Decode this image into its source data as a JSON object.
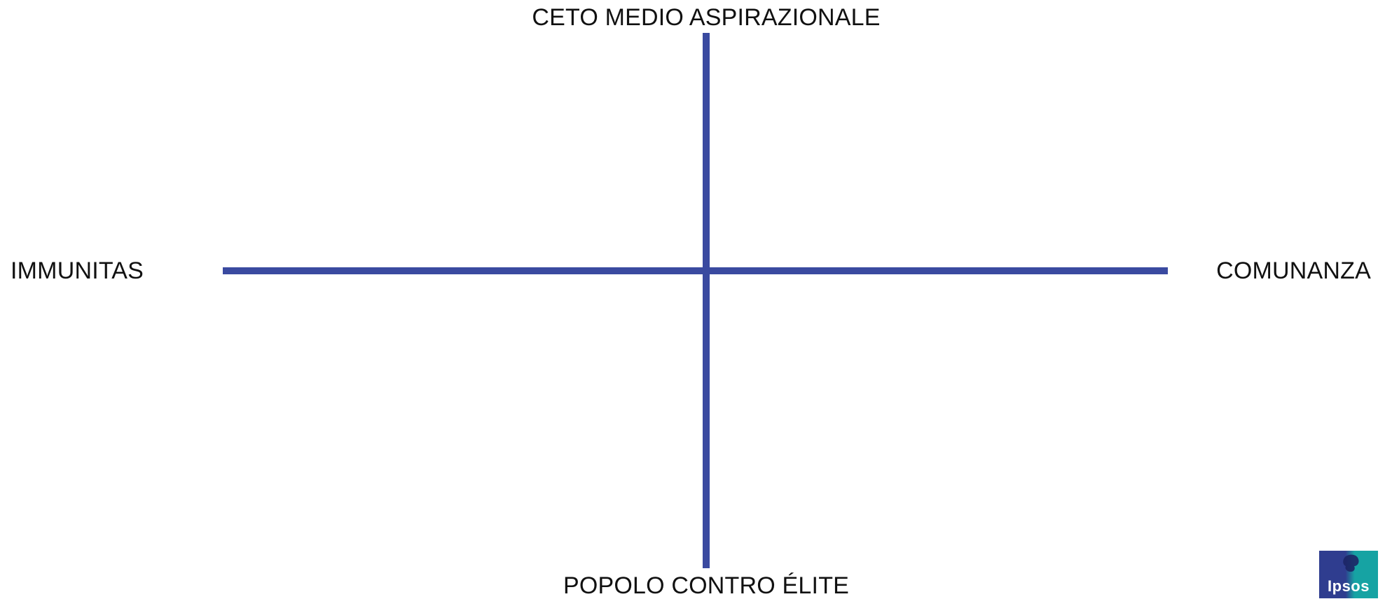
{
  "axes": {
    "top_label": "CETO MEDIO ASPIRAZIONALE",
    "bottom_label": "POPOLO CONTRO ÉLITE",
    "left_label": "IMMUNITAS",
    "right_label": "COMUNANZA"
  },
  "logo": {
    "text": "Ipsos",
    "icon": "ipsos-logo-icon"
  },
  "colors": {
    "axis": "#3a4aa0",
    "text": "#111111",
    "logo_left": "#2f3d8f",
    "logo_right": "#16a3a3"
  }
}
